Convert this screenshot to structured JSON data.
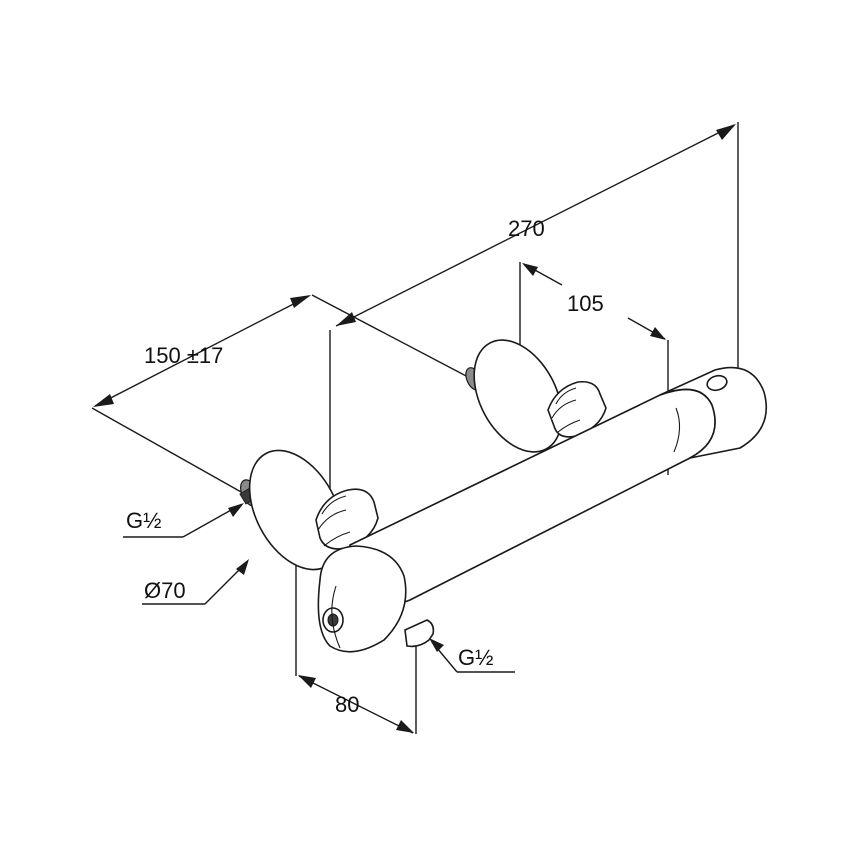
{
  "dimensions": {
    "overall_width": "270",
    "handle_offset": "105",
    "center_distance": "150 ±17",
    "projection": "80"
  },
  "callouts": {
    "inlet_left": "G½",
    "rosette_diameter": "Ø70",
    "outlet_bottom": "G½"
  }
}
